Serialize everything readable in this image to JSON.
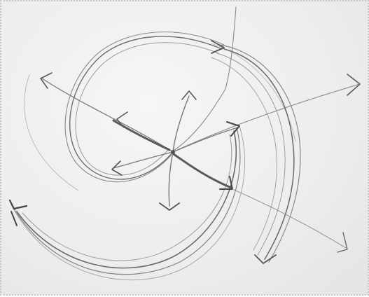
{
  "sketch": {
    "paper_color": "#efefef",
    "pencil_dark": "#5a5a5a",
    "pencil_mid": "#7c7c7c",
    "pencil_light": "#a8a8a8",
    "elements": [
      "spiral-arms",
      "radial-arrows",
      "center-point"
    ]
  }
}
